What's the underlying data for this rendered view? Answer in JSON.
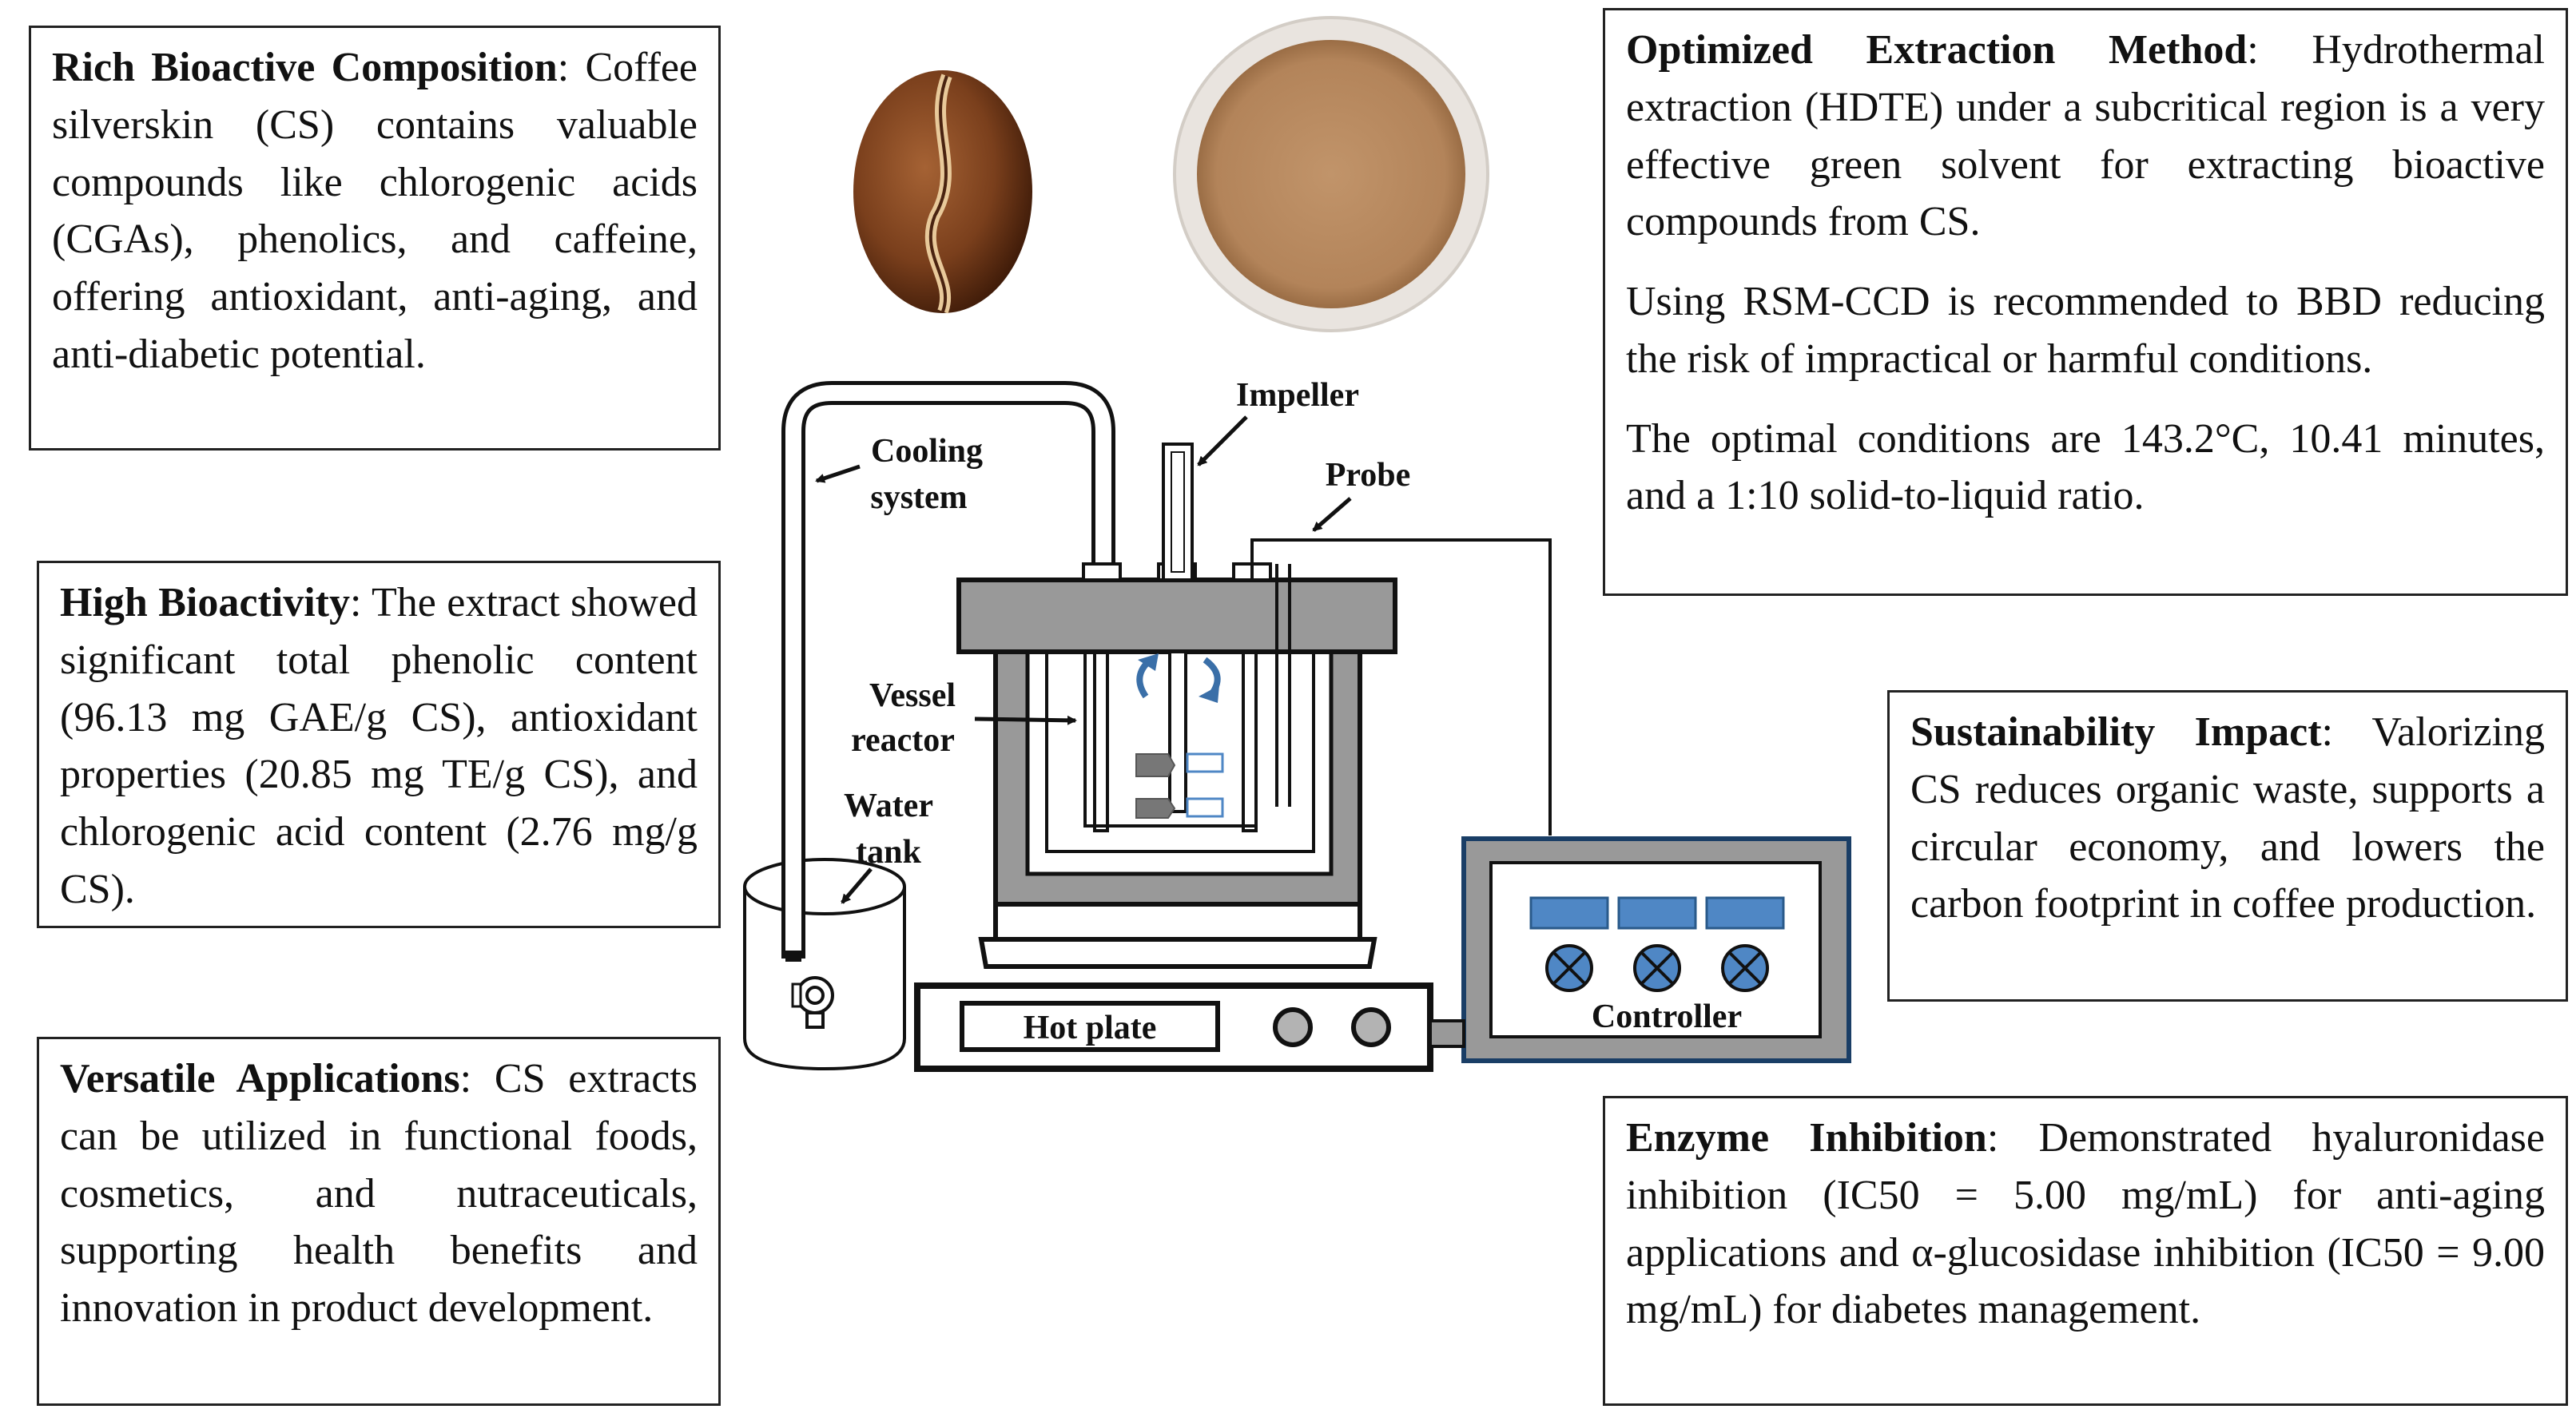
{
  "boxes": {
    "rich": {
      "title": "Rich Bioactive Composition",
      "text": "Coffee silverskin (CS) contains valuable compounds like chlorogenic acids (CGAs), phenolics, and caffeine, offering antioxidant, anti-aging, and anti-diabetic potential."
    },
    "high": {
      "title": "High Bioactivity",
      "text": "The extract showed significant total phenolic content (96.13 mg GAE/g CS), antioxidant properties (20.85 mg TE/g CS), and chlorogenic acid content (2.76 mg/g CS)."
    },
    "versatile": {
      "title": "Versatile Applications",
      "text": "CS extracts can be utilized in functional foods, cosmetics, and nutraceuticals, supporting health benefits and innovation in product development."
    },
    "optimized": {
      "title": "Optimized Extraction Method",
      "text": "Hydrothermal extraction (HDTE) under a subcritical region is a very effective green solvent for extracting bioactive compounds from CS.",
      "para2": "Using RSM-CCD is recommended to BBD reducing the risk of impractical or harmful conditions.",
      "para3": "The optimal conditions are 143.2°C, 10.41 minutes, and a 1:10 solid-to-liquid ratio."
    },
    "sustainability": {
      "title": "Sustainability Impact",
      "text": "Valorizing CS reduces organic waste, supports a circular economy, and lowers the carbon footprint in coffee production."
    },
    "enzyme": {
      "title": "Enzyme Inhibition",
      "text": "Demonstrated hyaluronidase inhibition (IC50 = 5.00 mg/mL) for anti-aging applications and α-glucosidase inhibition (IC50 = 9.00 mg/mL) for diabetes management."
    }
  },
  "labels": {
    "impeller": "Impeller",
    "cooling_line1": "Cooling",
    "cooling_line2": "system",
    "probe": "Probe",
    "vessel_line1": "Vessel",
    "vessel_line2": "reactor",
    "water_line1": "Water",
    "water_line2": "tank",
    "hot_plate": "Hot plate",
    "controller": "Controller"
  },
  "colors": {
    "reactor_gray": "#999999",
    "controller_blue": "#4f87c5",
    "powder": "#b98a5e",
    "bean": "#6b3a1e"
  }
}
